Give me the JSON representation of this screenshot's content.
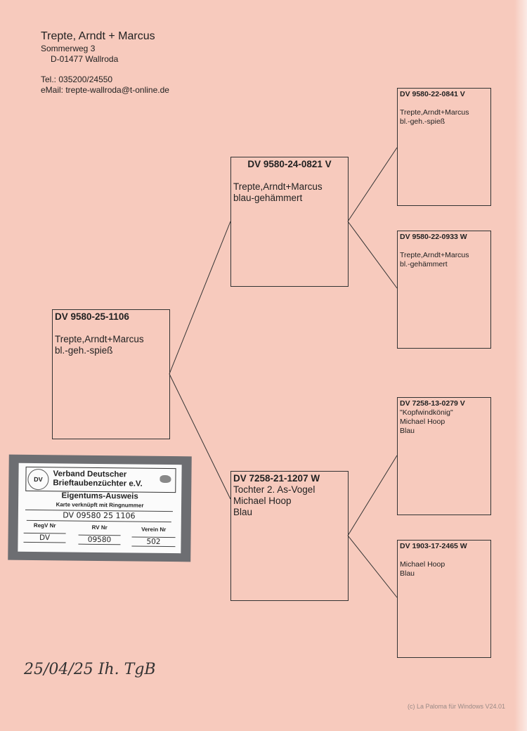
{
  "owner": {
    "name": "Trepte, Arndt + Marcus",
    "street": "Sommerweg 3",
    "city": "D-01477  Wallroda",
    "phone": "Tel.: 035200/24550",
    "email": "eMail: trepte-wallroda@t-online.de"
  },
  "pedigree": {
    "subject": {
      "ring": "DV 9580-25-1106",
      "lines": [
        "Trepte,Arndt+Marcus",
        "bl.-geh.-spieß"
      ]
    },
    "sire": {
      "ring": "DV 9580-24-0821 V",
      "lines": [
        "Trepte,Arndt+Marcus",
        "blau-gehämmert"
      ]
    },
    "dam": {
      "ring": "DV 7258-21-1207 W",
      "lines": [
        "Tochter 2. As-Vogel",
        "Michael Hoop",
        "Blau"
      ]
    },
    "sire_sire": {
      "ring": "DV 9580-22-0841 V",
      "lines": [
        "Trepte,Arndt+Marcus",
        "bl.-geh.-spieß"
      ]
    },
    "sire_dam": {
      "ring": "DV 9580-22-0933 W",
      "lines": [
        "Trepte,Arndt+Marcus",
        "bl.-gehämmert"
      ]
    },
    "dam_sire": {
      "ring": "DV 7258-13-0279 V",
      "lines": [
        "\"Kopfwindkönig\"",
        "Michael Hoop",
        "Blau"
      ]
    },
    "dam_dam": {
      "ring": "DV 1903-17-2465 W",
      "lines": [
        "",
        "Michael Hoop",
        "Blau"
      ]
    }
  },
  "card": {
    "org_line1": "Verband Deutscher",
    "org_line2": "Brieftaubenzüchter e.V.",
    "seal": "DV",
    "title": "Eigentums-Ausweis",
    "subtitle": "Karte verknüpft mit Ringnummer",
    "ring_number": "DV 09580 25 1106",
    "regv_label": "RegV Nr",
    "regv_value": "DV",
    "rv_label": "RV Nr",
    "rv_value": "09580",
    "verein_label": "Verein Nr",
    "verein_value": "502"
  },
  "handwritten": "25/04/25  Ih. TgB",
  "copyright": "(c) La Paloma für Windows V24.01"
}
